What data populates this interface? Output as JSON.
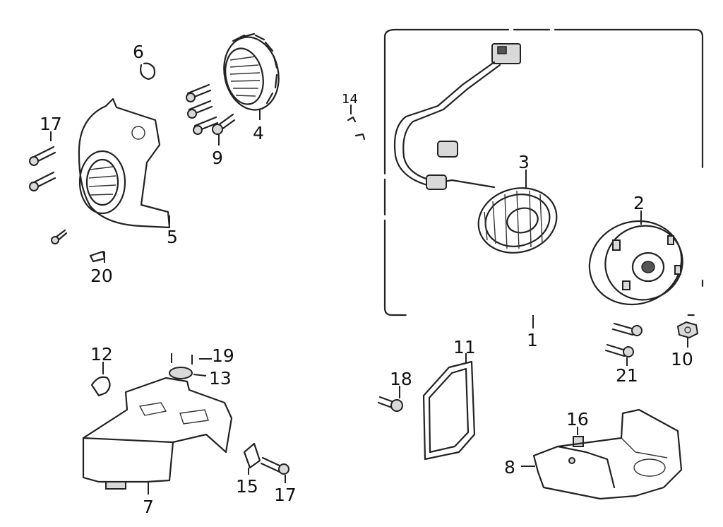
{
  "callouts": {
    "c1": "1",
    "c2": "2",
    "c3": "3",
    "c4": "4",
    "c5": "5",
    "c6": "6",
    "c7": "7",
    "c8": "8",
    "c9": "9",
    "c10": "10",
    "c11": "11",
    "c12": "12",
    "c13": "13",
    "c14": "14",
    "c15": "15",
    "c16": "16",
    "c17a": "17",
    "c17b": "17",
    "c18": "18",
    "c19": "19",
    "c20": "20",
    "c21": "21"
  },
  "colors": {
    "line": "#222222",
    "background": "#ffffff"
  }
}
